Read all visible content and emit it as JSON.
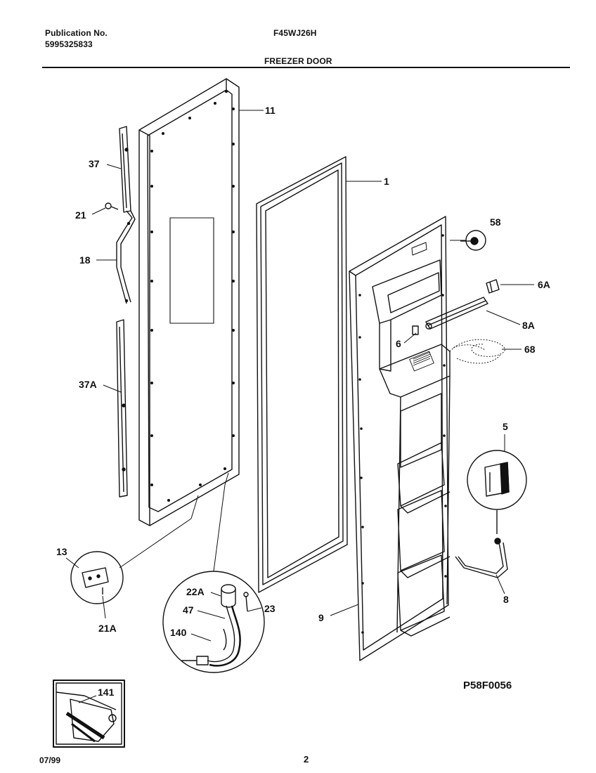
{
  "header": {
    "publication_label": "Publication No.",
    "publication_number": "5995325833",
    "model": "F45WJ26H",
    "section_title": "FREEZER DOOR"
  },
  "diagram": {
    "callouts": {
      "c11": "11",
      "c1": "1",
      "c37": "37",
      "c21": "21",
      "c18": "18",
      "c37A": "37A",
      "c58": "58",
      "c6A": "6A",
      "c8A": "8A",
      "c6": "6",
      "c68": "68",
      "c5": "5",
      "c8": "8",
      "c9": "9",
      "c13": "13",
      "c21A": "21A",
      "c22A": "22A",
      "c23": "23",
      "c47": "47",
      "c140": "140",
      "c141": "141"
    },
    "drawing_code": "P58F0056"
  },
  "footer": {
    "date": "07/99",
    "page": "2"
  }
}
